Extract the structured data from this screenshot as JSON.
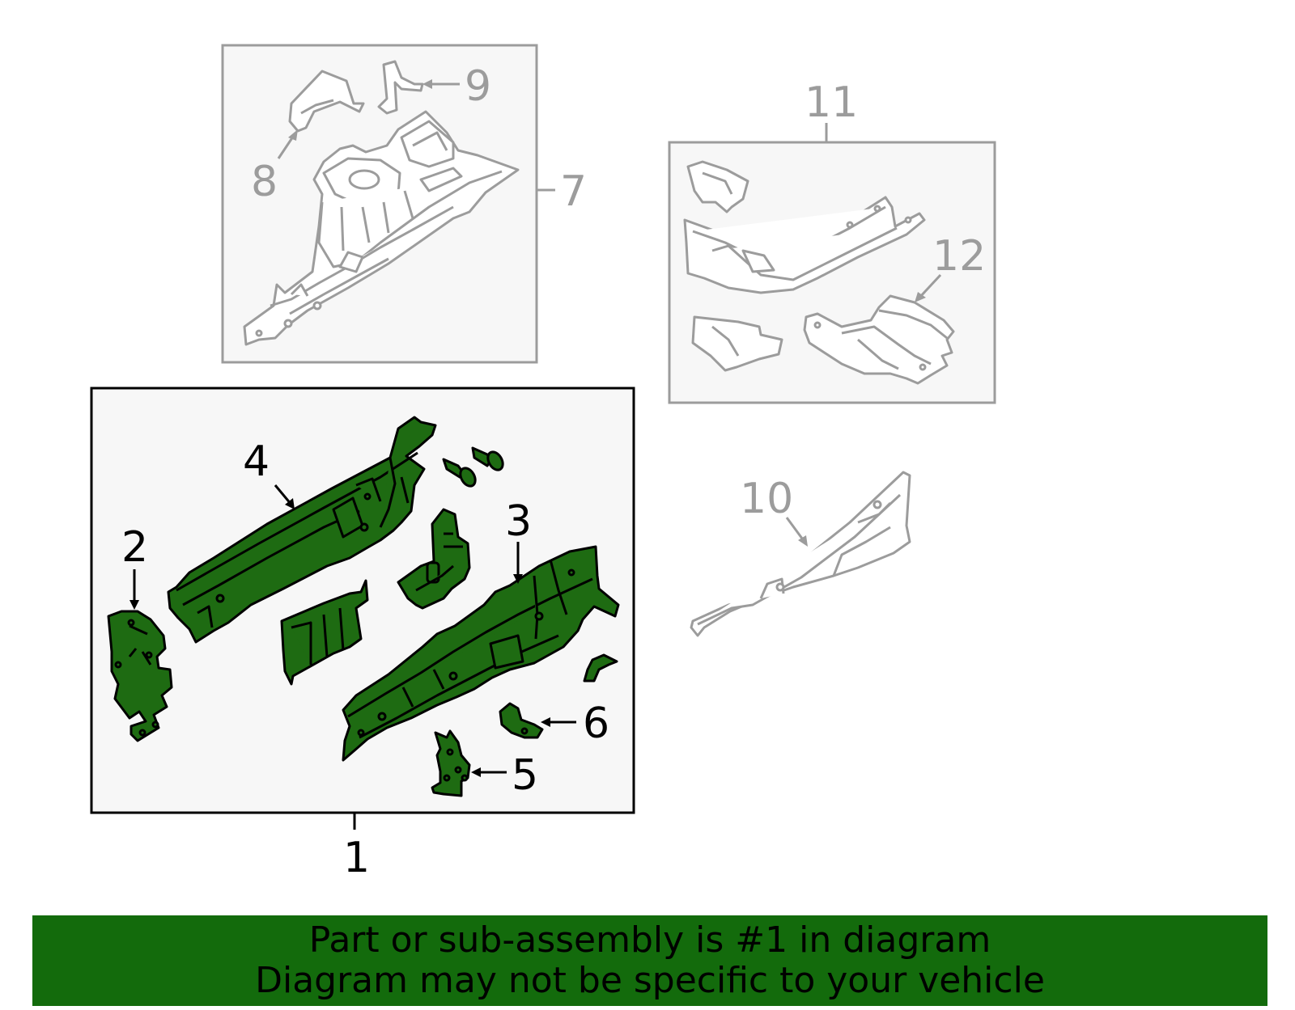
{
  "callouts": {
    "c1": "1",
    "c2": "2",
    "c3": "3",
    "c4": "4",
    "c5": "5",
    "c6": "6",
    "c7": "7",
    "c8": "8",
    "c9": "9",
    "c10": "10",
    "c11": "11",
    "c12": "12"
  },
  "banner": {
    "line1": "Part or sub-assembly is #1 in diagram",
    "line2": "Diagram may not be specific to your vehicle"
  },
  "colors": {
    "highlight_part": "#1e6b12",
    "banner": "#136b0c",
    "gray_outline": "#9c9c9c",
    "box_fill": "#f7f7f7"
  }
}
